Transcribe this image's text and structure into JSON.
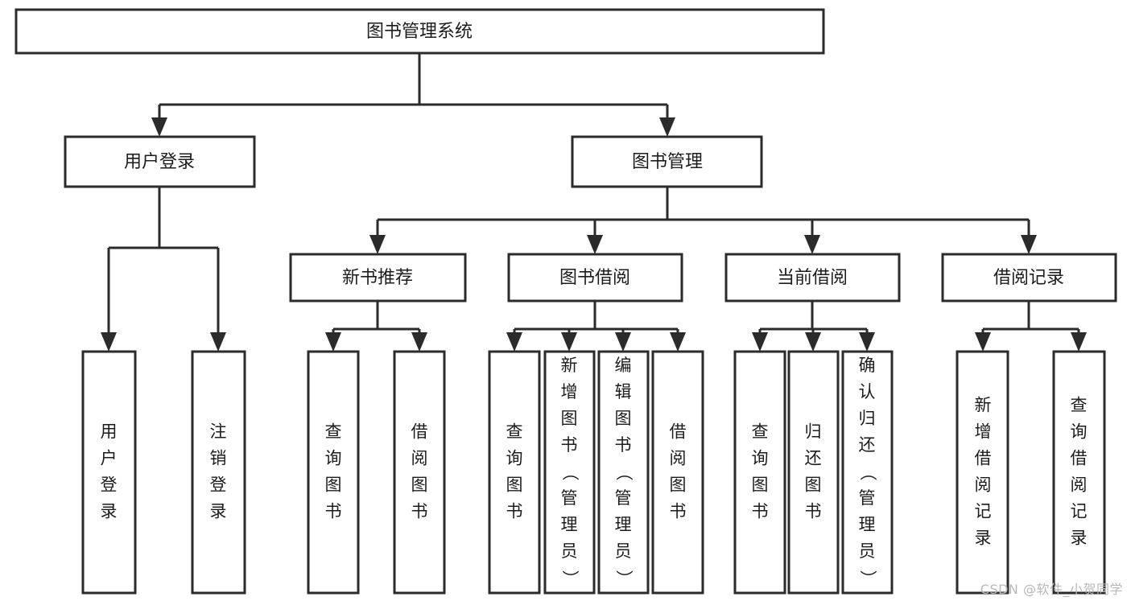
{
  "diagram": {
    "type": "tree",
    "title": "图书管理系统",
    "orientation": "top-down",
    "watermark": "CSDN @软件_小贺同学",
    "colors": {
      "stroke": "#2b2b2b",
      "fill": "#ffffff",
      "text": "#1c1c1c",
      "watermark": "#b8b8b8",
      "background": "#ffffff"
    },
    "nodes": {
      "root": {
        "label": "图书管理系统",
        "level": 1,
        "orientation": "horizontal"
      },
      "user_login": {
        "label": "用户登录",
        "level": 2,
        "orientation": "horizontal"
      },
      "book_manage": {
        "label": "图书管理",
        "level": 2,
        "orientation": "horizontal"
      },
      "new_book_rec": {
        "label": "新书推荐",
        "level": 3,
        "orientation": "horizontal"
      },
      "book_borrow": {
        "label": "图书借阅",
        "level": 3,
        "orientation": "horizontal"
      },
      "current_borrow": {
        "label": "当前借阅",
        "level": 3,
        "orientation": "horizontal"
      },
      "borrow_record": {
        "label": "借阅记录",
        "level": 3,
        "orientation": "horizontal"
      },
      "leaf_user_login": {
        "label": "用户登录",
        "level": 4,
        "orientation": "vertical"
      },
      "leaf_logout": {
        "label": "注销登录",
        "level": 4,
        "orientation": "vertical"
      },
      "leaf_query_book_1": {
        "label": "查询图书",
        "level": 4,
        "orientation": "vertical"
      },
      "leaf_borrow_book_1": {
        "label": "借阅图书",
        "level": 4,
        "orientation": "vertical"
      },
      "leaf_query_book_2": {
        "label": "查询图书",
        "level": 4,
        "orientation": "vertical"
      },
      "leaf_add_book": {
        "label": "新增图书（管理员）",
        "level": 4,
        "orientation": "vertical"
      },
      "leaf_edit_book": {
        "label": "编辑图书（管理员）",
        "level": 4,
        "orientation": "vertical"
      },
      "leaf_borrow_book_2": {
        "label": "借阅图书",
        "level": 4,
        "orientation": "vertical"
      },
      "leaf_query_book_3": {
        "label": "查询图书",
        "level": 4,
        "orientation": "vertical"
      },
      "leaf_return_book": {
        "label": "归还图书",
        "level": 4,
        "orientation": "vertical"
      },
      "leaf_confirm_return": {
        "label": "确认归还（管理员）",
        "level": 4,
        "orientation": "vertical"
      },
      "leaf_add_record": {
        "label": "新增借阅记录",
        "level": 4,
        "orientation": "vertical"
      },
      "leaf_query_record": {
        "label": "查询借阅记录",
        "level": 4,
        "orientation": "vertical"
      }
    },
    "edges": [
      {
        "from": "root",
        "to": "user_login"
      },
      {
        "from": "root",
        "to": "book_manage"
      },
      {
        "from": "user_login",
        "to": "leaf_user_login"
      },
      {
        "from": "user_login",
        "to": "leaf_logout"
      },
      {
        "from": "book_manage",
        "to": "new_book_rec"
      },
      {
        "from": "book_manage",
        "to": "book_borrow"
      },
      {
        "from": "book_manage",
        "to": "current_borrow"
      },
      {
        "from": "book_manage",
        "to": "borrow_record"
      },
      {
        "from": "new_book_rec",
        "to": "leaf_query_book_1"
      },
      {
        "from": "new_book_rec",
        "to": "leaf_borrow_book_1"
      },
      {
        "from": "book_borrow",
        "to": "leaf_query_book_2"
      },
      {
        "from": "book_borrow",
        "to": "leaf_add_book"
      },
      {
        "from": "book_borrow",
        "to": "leaf_edit_book"
      },
      {
        "from": "book_borrow",
        "to": "leaf_borrow_book_2"
      },
      {
        "from": "current_borrow",
        "to": "leaf_query_book_3"
      },
      {
        "from": "current_borrow",
        "to": "leaf_return_book"
      },
      {
        "from": "current_borrow",
        "to": "leaf_confirm_return"
      },
      {
        "from": "borrow_record",
        "to": "leaf_add_record"
      },
      {
        "from": "borrow_record",
        "to": "leaf_query_record"
      }
    ]
  }
}
